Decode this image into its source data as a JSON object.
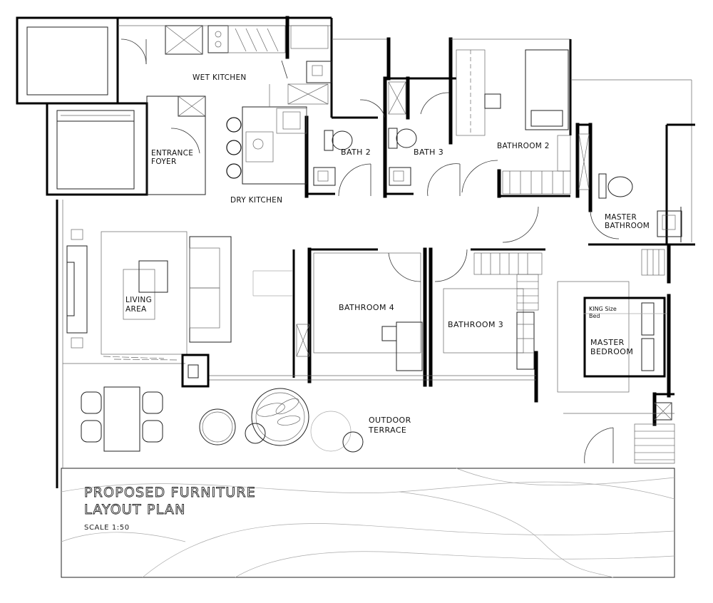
{
  "rooms": {
    "wet_kitchen": "WET KITCHEN",
    "entrance_foyer_1": "ENTRANCE",
    "entrance_foyer_2": "FOYER",
    "dry_kitchen": "DRY KITCHEN",
    "bath_2": "BATH 2",
    "bath_3": "BATH 3",
    "bathroom_2": "BATHROOM 2",
    "master_bathroom_1": "MASTER",
    "master_bathroom_2": "BATHROOM",
    "living_area_1": "LIVING",
    "living_area_2": "AREA",
    "bathroom_4": "BATHROOM 4",
    "bathroom_3": "BATHROOM 3",
    "king_bed_1": "KING Size",
    "king_bed_2": "Bed",
    "master_bedroom_1": "MASTER",
    "master_bedroom_2": "BEDROOM",
    "outdoor_terrace_1": "OUTDOOR",
    "outdoor_terrace_2": "TERRACE"
  },
  "title_block": {
    "line1": "PROPOSED FURNITURE",
    "line2": "LAYOUT PLAN",
    "scale": "SCALE 1:50"
  }
}
